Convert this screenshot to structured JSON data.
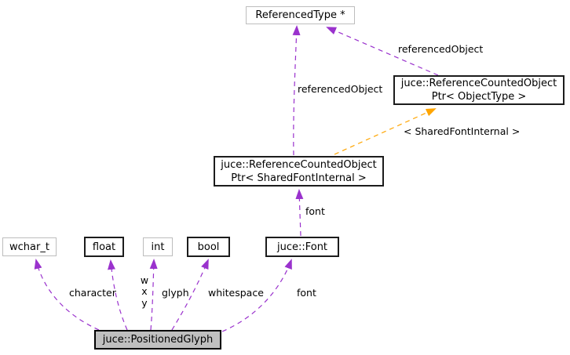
{
  "diagram": {
    "kind": "doxygen-collaboration-graph",
    "colors": {
      "usage_edge": "#9a32cd",
      "template_edge": "#ffa500",
      "node_border_plain": "#bdbdbd",
      "node_border_linked": "#1c1c1c",
      "node_fill": "#ffffff",
      "main_node_fill": "#bfbfbf"
    },
    "nodes": {
      "referenced_type": {
        "label": "ReferencedType *"
      },
      "rco_objecttype": {
        "line1": "juce::ReferenceCountedObject",
        "line2": "Ptr< ObjectType >"
      },
      "rco_sharedfontinternal": {
        "line1": "juce::ReferenceCountedObject",
        "line2": "Ptr< SharedFontInternal >"
      },
      "wchar_t": {
        "label": "wchar_t"
      },
      "float": {
        "label": "float"
      },
      "int": {
        "label": "int"
      },
      "bool": {
        "label": "bool"
      },
      "juce_font": {
        "label": "juce::Font"
      },
      "positioned_glyph": {
        "label": "juce::PositionedGlyph"
      }
    },
    "edge_labels": {
      "referenced_object_right": "referencedObject",
      "referenced_object_center": "referencedObject",
      "shared_font_internal": "< SharedFontInternal >",
      "font_upper": "font",
      "character": "character",
      "w": "w",
      "x": "x",
      "y": "y",
      "glyph": "glyph",
      "whitespace": "whitespace",
      "font_lower": "font"
    }
  }
}
